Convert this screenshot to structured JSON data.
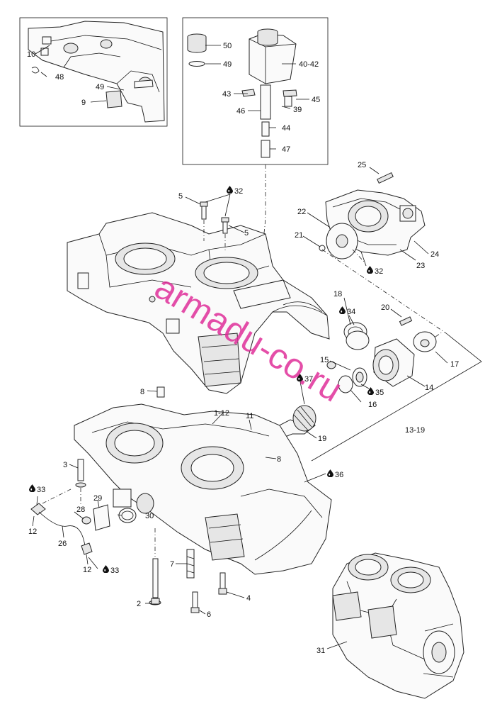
{
  "watermark": "armadu-co.ru",
  "colors": {
    "line": "#111111",
    "watermark": "#e0309a",
    "background": "#ffffff"
  },
  "icons": {
    "oil_drop": "oil-drop-icon"
  },
  "callouts": {
    "c1": "10",
    "c2": "48",
    "c3": "49",
    "c4": "9",
    "c5": "50",
    "c6": "49",
    "c7": "40-42",
    "c8": "43",
    "c9": "45",
    "c10": "46",
    "c11": "39",
    "c12": "44",
    "c13": "47",
    "c14": "25",
    "c15": "5",
    "c16": "32",
    "c17": "5",
    "c18": "22",
    "c19": "21",
    "c20": "32",
    "c21": "24",
    "c22": "23",
    "c23": "18",
    "c24": "34",
    "c25": "20",
    "c26": "15",
    "c27": "17",
    "c28": "35",
    "c29": "37",
    "c30": "14",
    "c31": "16",
    "c32": "8",
    "c33": "1-12",
    "c34": "11",
    "c35": "19",
    "c36": "13-19",
    "c37": "3",
    "c38": "8",
    "c39": "36",
    "c40": "33",
    "c41": "29",
    "c42": "28",
    "c43": "30",
    "c44": "12",
    "c45": "26",
    "c46": "12",
    "c47": "33",
    "c48": "7",
    "c49": "2",
    "c50": "4",
    "c51": "6",
    "c52": "31"
  }
}
